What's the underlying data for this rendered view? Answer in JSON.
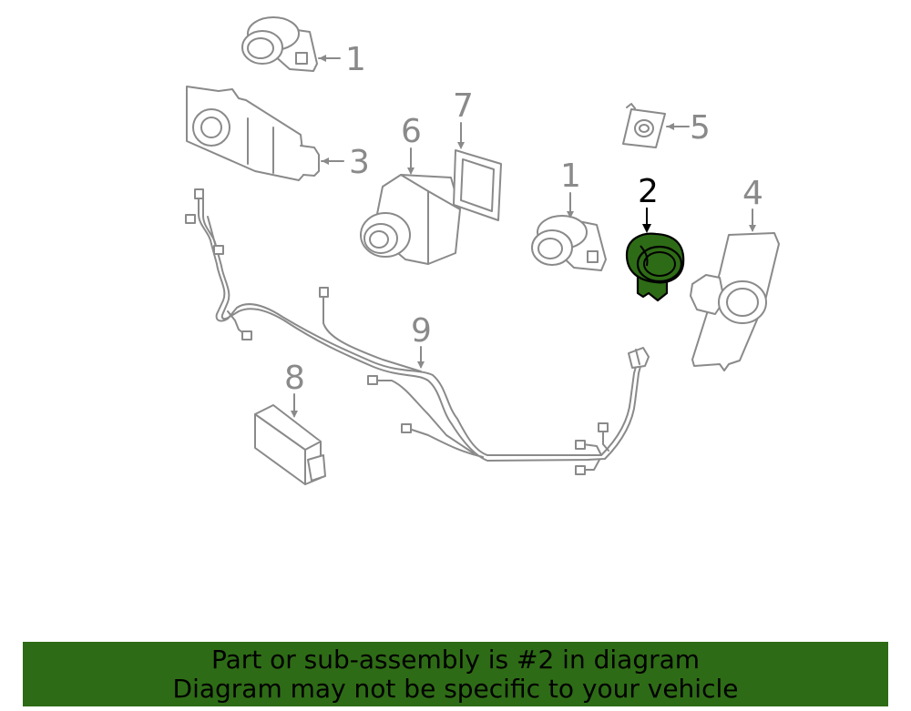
{
  "callouts": {
    "c1a": "1",
    "c1b": "1",
    "c2": "2",
    "c3": "3",
    "c4": "4",
    "c5": "5",
    "c6": "6",
    "c7": "7",
    "c8": "8",
    "c9": "9"
  },
  "banner": {
    "line1": "Part or sub-assembly is #2 in diagram",
    "line2": "Diagram may not be specific to your vehicle"
  },
  "colors": {
    "highlight": "#2e6b16",
    "line": "#8a8a8a"
  }
}
